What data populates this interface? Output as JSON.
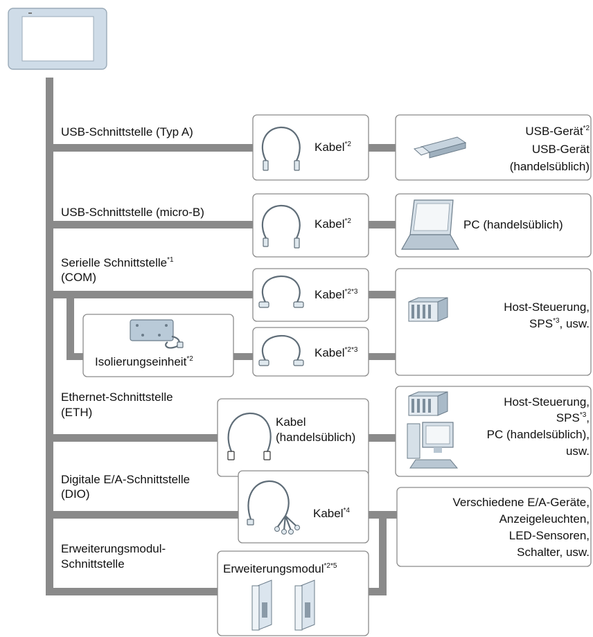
{
  "interfaces": {
    "usb_a": "USB-Schnittstelle (Typ A)",
    "usb_micro": "USB-Schnittstelle (micro-B)",
    "serial_1": "Serielle Schnittstelle",
    "serial_1_sup": "*1",
    "serial_2": "(COM)",
    "eth_1": "Ethernet-Schnittstelle",
    "eth_2": "(ETH)",
    "dio_1": "Digitale E/A-Schnittstelle",
    "dio_2": "(DIO)",
    "ext_1": "Erweiterungsmodul-",
    "ext_2": "Schnittstelle"
  },
  "cables": {
    "usb_a": {
      "label": "Kabel",
      "sup": "*2"
    },
    "usb_micro": {
      "label": "Kabel",
      "sup": "*2"
    },
    "com_1": {
      "label": "Kabel",
      "sup": "*2*3"
    },
    "com_2": {
      "label": "Kabel",
      "sup": "*2*3"
    },
    "eth_1": "Kabel",
    "eth_2": "(handelsüblich)",
    "dio": {
      "label": "Kabel",
      "sup": "*4"
    }
  },
  "isolation": {
    "label": "Isolierungseinheit",
    "sup": "*2"
  },
  "expansion": {
    "label": "Erweiterungsmodul",
    "sup": "*2*5"
  },
  "devices": {
    "usb_1": "USB-Gerät",
    "usb_1_sup": "*2",
    "usb_2": "USB-Gerät",
    "usb_3": "(handelsüblich)",
    "pc": "PC (handelsüblich)",
    "com_1": "Host-Steuerung,",
    "com_2a": "SPS",
    "com_2sup": "*3",
    "com_2b": ", usw.",
    "eth_1": "Host-Steuerung,",
    "eth_2a": "SPS",
    "eth_2sup": "*3",
    "eth_2b": ",",
    "eth_3": "PC (handelsüblich),",
    "eth_4": "usw.",
    "io_1": "Verschiedene E/A-Geräte,",
    "io_2": "Anzeigeleuchten,",
    "io_3": "LED-Sensoren,",
    "io_4": "Schalter, usw."
  },
  "colors": {
    "bus": "#8a8a8a",
    "box_border": "#8a8a8a",
    "display_frame": "#cfdce8",
    "cable": "#5f6d78"
  }
}
